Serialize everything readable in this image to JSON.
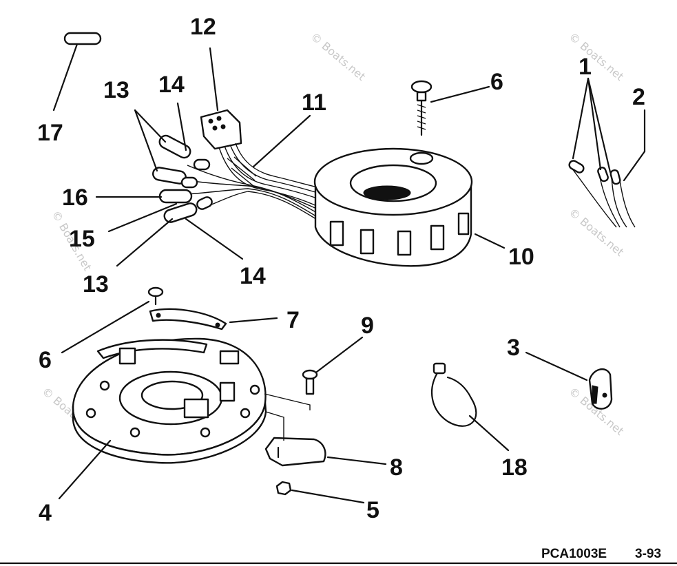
{
  "callouts": [
    "1",
    "2",
    "3",
    "4",
    "5",
    "6",
    "6",
    "7",
    "8",
    "9",
    "10",
    "11",
    "12",
    "13",
    "13",
    "14",
    "14",
    "15",
    "16",
    "17",
    "18"
  ],
  "figure_code": "PCA1003E",
  "figure_date": "3-93",
  "watermark": "© Boats.net"
}
